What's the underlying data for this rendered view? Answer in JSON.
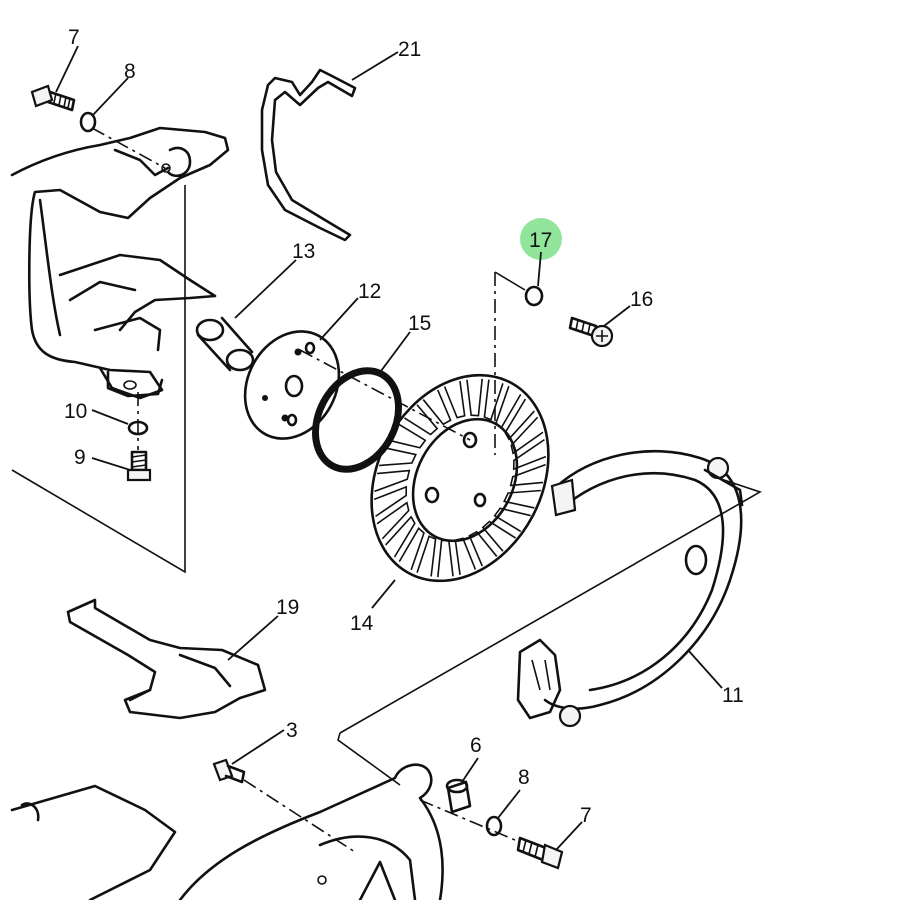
{
  "diagram": {
    "highlight_color": "#7ee08a",
    "callouts": [
      {
        "id": "c7a",
        "label": "7"
      },
      {
        "id": "c8a",
        "label": "8"
      },
      {
        "id": "c21",
        "label": "21"
      },
      {
        "id": "c13",
        "label": "13"
      },
      {
        "id": "c12",
        "label": "12"
      },
      {
        "id": "c15",
        "label": "15"
      },
      {
        "id": "c17",
        "label": "17",
        "highlighted": true
      },
      {
        "id": "c16",
        "label": "16"
      },
      {
        "id": "c10",
        "label": "10"
      },
      {
        "id": "c9",
        "label": "9"
      },
      {
        "id": "c14",
        "label": "14"
      },
      {
        "id": "c19",
        "label": "19"
      },
      {
        "id": "c11",
        "label": "11"
      },
      {
        "id": "c3",
        "label": "3"
      },
      {
        "id": "c6",
        "label": "6"
      },
      {
        "id": "c8b",
        "label": "8"
      },
      {
        "id": "c7b",
        "label": "7"
      }
    ]
  }
}
